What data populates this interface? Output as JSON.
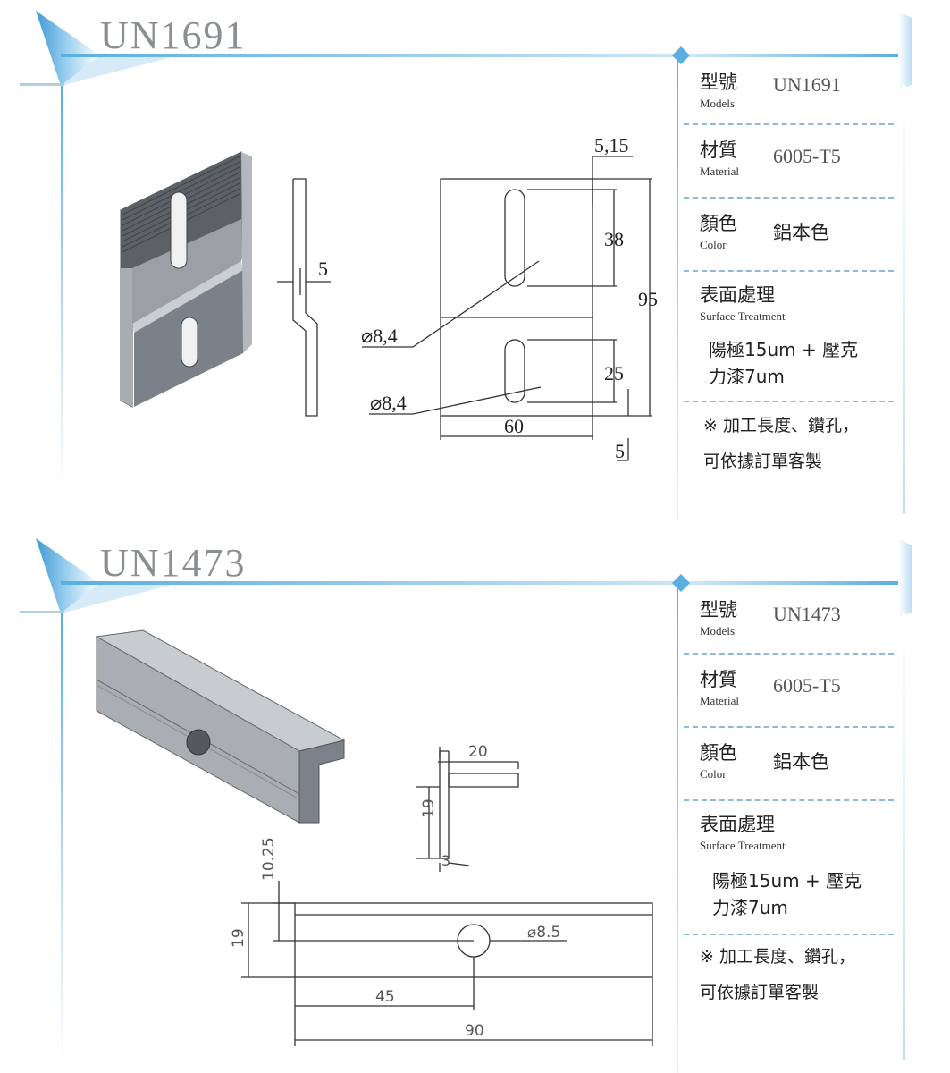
{
  "products": [
    {
      "title": "UN1691",
      "specs": {
        "model_zh": "型號",
        "model_en": "Models",
        "model_value": "UN1691",
        "material_zh": "材質",
        "material_en": "Material",
        "material_value": "6005-T5",
        "color_zh": "顏色",
        "color_en": "Color",
        "color_value": "鋁本色",
        "surface_zh": "表面處理",
        "surface_en": "Surface Treatment",
        "surface_line1": "陽極15um + 壓克",
        "surface_line2": "力漆7um",
        "note_line1": "※ 加工長度、鑽孔，",
        "note_line2": "可依據訂單客製"
      },
      "dimensions": {
        "d_515": "5,15",
        "d_38": "38",
        "d_95": "95",
        "d_5_side": "5",
        "d_hole1": "⌀8,4",
        "d_hole2": "⌀8,4",
        "d_25": "25",
        "d_60": "60",
        "d_5_bottom": "5"
      }
    },
    {
      "title": "UN1473",
      "specs": {
        "model_zh": "型號",
        "model_en": "Models",
        "model_value": "UN1473",
        "material_zh": "材質",
        "material_en": "Material",
        "material_value": "6005-T5",
        "color_zh": "顏色",
        "color_en": "Color",
        "color_value": "鋁本色",
        "surface_zh": "表面處理",
        "surface_en": "Surface Treatment",
        "surface_line1": "陽極15um + 壓克",
        "surface_line2": "力漆7um",
        "note_line1": "※ 加工長度、鑽孔，",
        "note_line2": "可依據訂單客製"
      },
      "dimensions": {
        "d_20": "20",
        "d_19_profile": "19",
        "d_3": "3",
        "d_1025": "10.25",
        "d_19_plate": "19",
        "d_hole": "⌀8.5",
        "d_45": "45",
        "d_90": "90"
      }
    }
  ],
  "colors": {
    "accent_blue": "#5aaee0",
    "header_blue": "#7fc1ea",
    "dash": "#8fb9d6"
  }
}
